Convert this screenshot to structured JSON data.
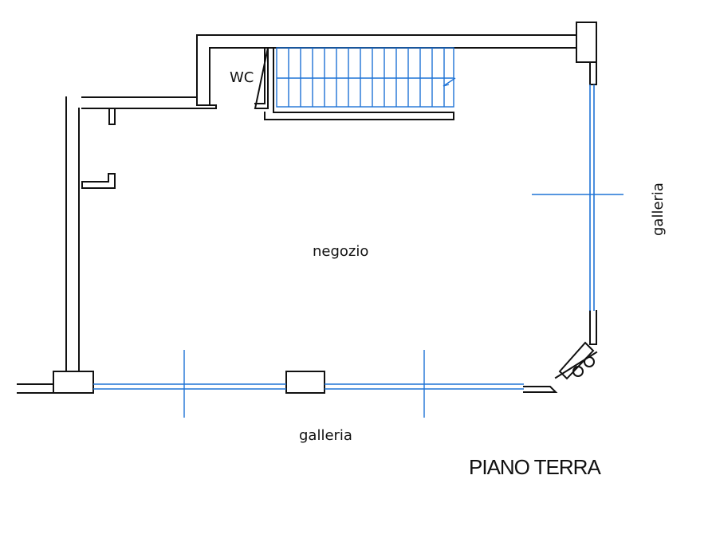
{
  "labels": {
    "wc": "WC",
    "room": "negozio",
    "gallery_bottom": "galleria",
    "gallery_right": "galleria",
    "title": "PIANO TERRA"
  },
  "colors": {
    "wall": "#111111",
    "window": "#1f73d6",
    "background": "#ffffff"
  }
}
